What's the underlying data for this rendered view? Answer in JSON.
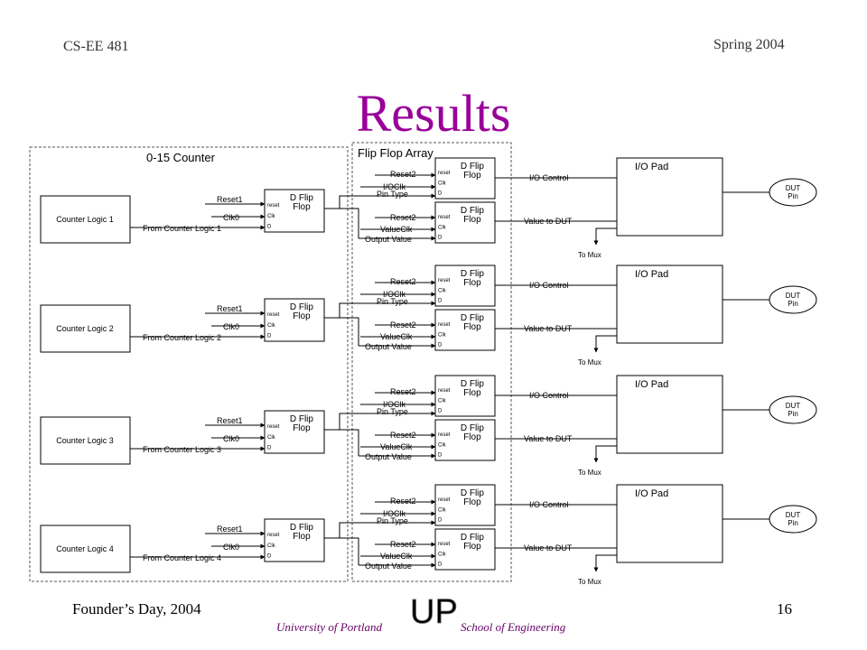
{
  "header": {
    "course": "CS-EE 481",
    "term": "Spring 2004"
  },
  "title": "Results",
  "diagram": {
    "counter_title": "0-15 Counter",
    "array_title": "Flip Flop Array",
    "counter_blocks": [
      {
        "label": "Counter Logic 1",
        "reset": "Reset1",
        "clk": "Clk0",
        "data": "From Counter Logic 1"
      },
      {
        "label": "Counter Logic 2",
        "reset": "Reset1",
        "clk": "Clk0",
        "data": "From Counter Logic 2"
      },
      {
        "label": "Counter Logic 3",
        "reset": "Reset1",
        "clk": "Clk0",
        "data": "From Counter Logic 3"
      },
      {
        "label": "Counter Logic 4",
        "reset": "Reset1",
        "clk": "Clk0",
        "data": "From Counter Logic 4"
      }
    ],
    "ff_title_1": "D Flip",
    "ff_title_2": "Flop",
    "ff_pin_reset": "reset",
    "ff_pin_clk": "Clk",
    "ff_pin_d": "D",
    "array_inputs_top": {
      "reset": "Reset2",
      "clk": "I/OClk",
      "data": "Pin Type"
    },
    "array_inputs_bottom": {
      "reset": "Reset2",
      "clk": "ValueClk",
      "data": "Output Value"
    },
    "io_control_label": "I/O Control",
    "value_label": "Value to DUT",
    "io_pad_label": "I/O Pad",
    "to_mux_label": "To Mux",
    "dut_label_1": "DUT",
    "dut_label_2": "Pin"
  },
  "footer": {
    "left": "Founder’s Day, 2004",
    "page": "16",
    "university": "University of Portland",
    "school": "School of Engineering",
    "logo_text": "UP"
  }
}
